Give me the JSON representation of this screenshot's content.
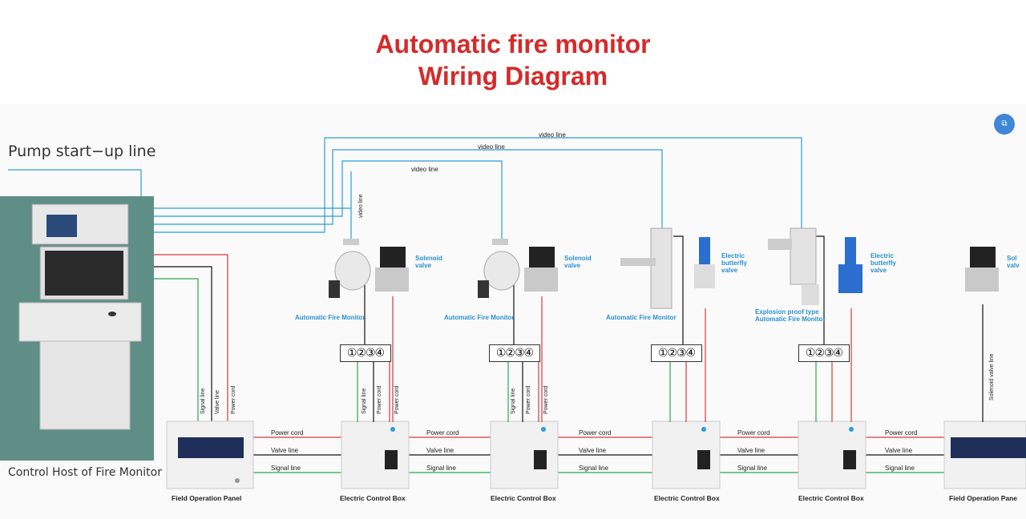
{
  "title": {
    "line1": "Automatic fire monitor",
    "line2": "Wiring Diagram"
  },
  "labels": {
    "pump": "Pump start−up line",
    "control_host": "Control Host of Fire Monitor",
    "video_line": "video line",
    "signal_line_v": "Signal line",
    "valve_line_v": "Valve line",
    "power_cord_v": "Power cord",
    "solenoid_valve_line": "Solenoid valve line"
  },
  "horizontal_lines": {
    "power": "Power cord",
    "valve": "Valve line",
    "signal": "Signal line"
  },
  "terminal": "①②③④",
  "devices": {
    "solenoid": "Solenoid valve",
    "solenoid_cut": "Sol valv",
    "butterfly": "Electric butterfly valve",
    "monitor": "Automatic Fire Monitor",
    "explosion_proof": "Explosion proof type Automatic Fire Monitor"
  },
  "boxes": {
    "field_panel": "Field Operation Panel",
    "field_panel_cut": "Field Operation Pane",
    "control_box": "Electric Control Box"
  },
  "colors": {
    "title": "#d62a2a",
    "video": "#2a9dd8",
    "power": "#d63a3a",
    "signal": "#2aa84a",
    "valve": "#111111",
    "host": "#5f8e87"
  },
  "icons": [
    "share-icon"
  ]
}
